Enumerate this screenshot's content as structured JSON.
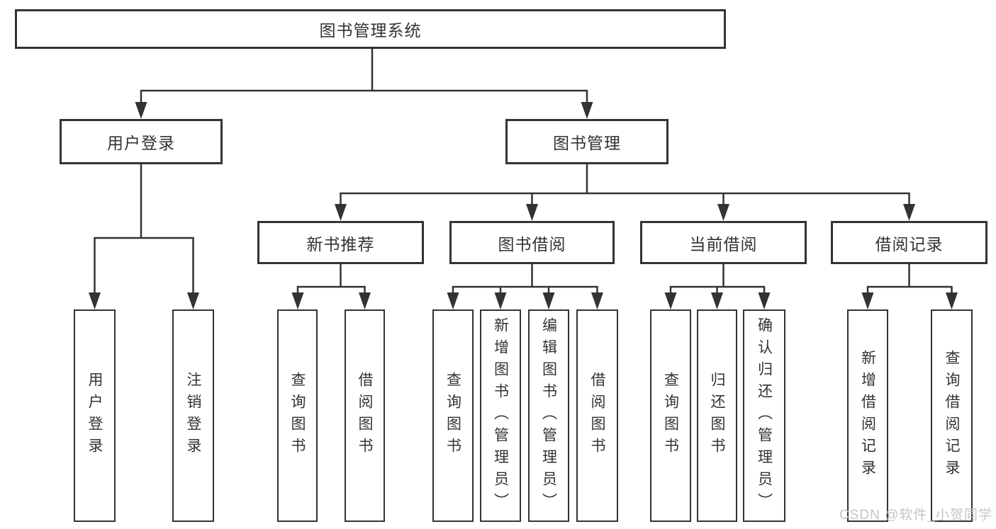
{
  "diagram": {
    "title": "图书管理系统",
    "root": {
      "label": "图书管理系统"
    },
    "level2": [
      {
        "id": "user-login",
        "label": "用户登录"
      },
      {
        "id": "book-management",
        "label": "图书管理"
      }
    ],
    "level3": [
      {
        "id": "new-book-recommend",
        "label": "新书推荐"
      },
      {
        "id": "book-borrowing",
        "label": "图书借阅"
      },
      {
        "id": "current-borrowing",
        "label": "当前借阅"
      },
      {
        "id": "borrowing-records",
        "label": "借阅记录"
      }
    ],
    "leaves": {
      "user_login": [
        "用户登录",
        "注销登录"
      ],
      "new_book_recommend": [
        "查询图书",
        "借阅图书"
      ],
      "book_borrowing": [
        "查询图书",
        "新增图书（管理员）",
        "编辑图书（管理员）",
        "借阅图书"
      ],
      "current_borrowing": [
        "查询图书",
        "归还图书",
        "确认归还（管理员）"
      ],
      "borrowing_records": [
        "新增借阅记录",
        "查询借阅记录"
      ]
    }
  },
  "watermark": {
    "text": "CSDN @软件_小贺同学"
  },
  "colors": {
    "line": "#333333",
    "box_border": "#333333",
    "text": "#333333",
    "watermark": "#c5c5c5",
    "background": "#ffffff"
  }
}
